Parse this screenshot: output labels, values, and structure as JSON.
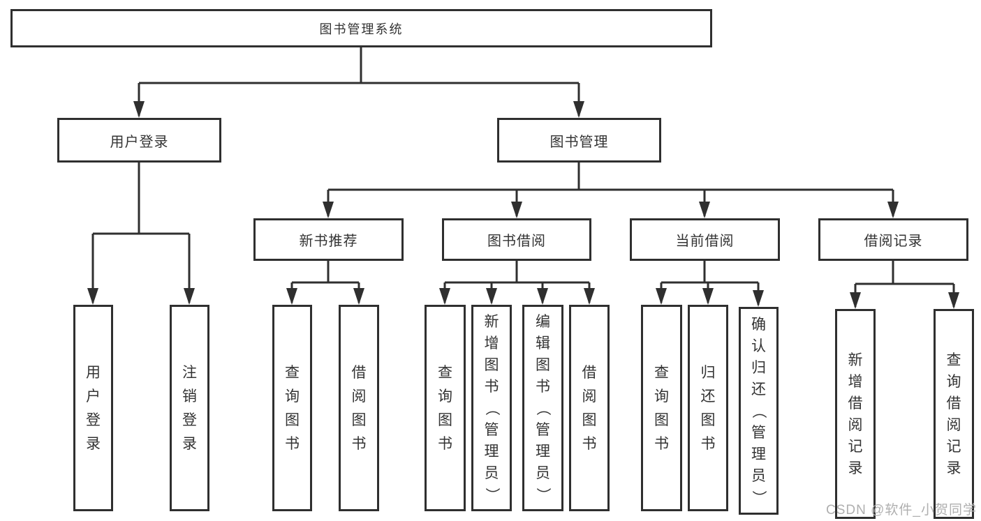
{
  "colors": {
    "line": "#2f2f2f",
    "text": "#333333",
    "box_background": "#ffffff",
    "page_background": "#ffffff",
    "watermark": "#afafaf"
  },
  "tree": {
    "root": {
      "label": "图书管理系统"
    },
    "children": [
      {
        "label": "用户登录",
        "children": [
          {
            "label": "用户登录"
          },
          {
            "label": "注销登录"
          }
        ]
      },
      {
        "label": "图书管理",
        "children": [
          {
            "label": "新书推荐",
            "children": [
              {
                "label": "查询图书"
              },
              {
                "label": "借阅图书"
              }
            ]
          },
          {
            "label": "图书借阅",
            "children": [
              {
                "label": "查询图书"
              },
              {
                "label": "新增图书（管理员）"
              },
              {
                "label": "编辑图书（管理员）"
              },
              {
                "label": "借阅图书"
              }
            ]
          },
          {
            "label": "当前借阅",
            "children": [
              {
                "label": "查询图书"
              },
              {
                "label": "归还图书"
              },
              {
                "label": "确认归还（管理员）"
              }
            ]
          },
          {
            "label": "借阅记录",
            "children": [
              {
                "label": "新增借阅记录"
              },
              {
                "label": "查询借阅记录"
              }
            ]
          }
        ]
      }
    ]
  },
  "watermark": {
    "text": "CSDN @软件_小贺同学"
  }
}
